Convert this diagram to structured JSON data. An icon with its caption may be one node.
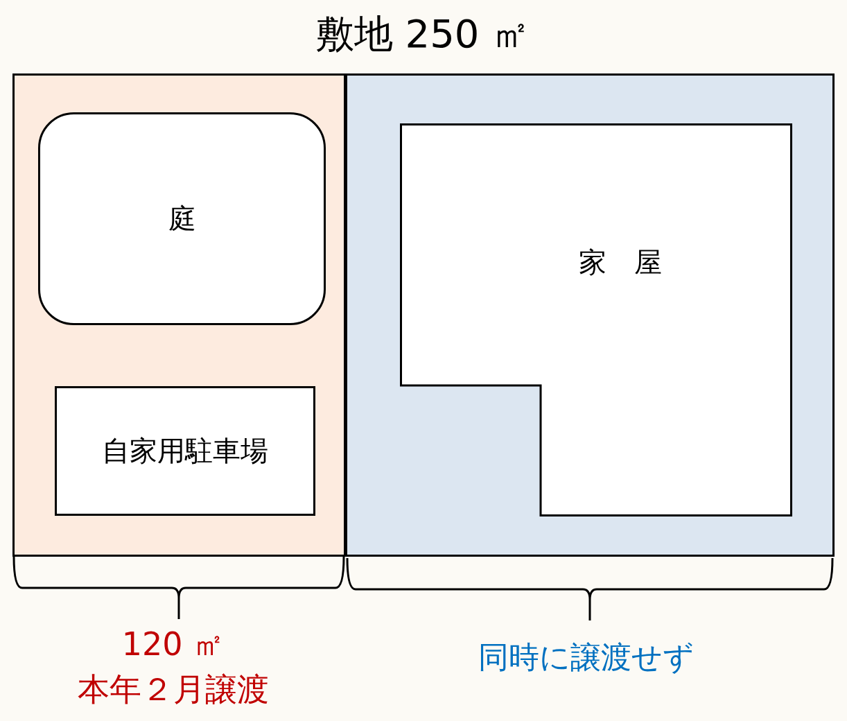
{
  "diagram": {
    "title": "敷地 250 ㎡",
    "nodes": [
      {
        "text": [],
        "shape": "box"
      },
      {
        "text": [
          "庭"
        ],
        "in": 0
      },
      {
        "text": [
          "自家用駐車場"
        ],
        "in": 0
      },
      {
        "text": [],
        "shape": "box"
      },
      {
        "text": [
          "家　屋"
        ],
        "in": 3
      }
    ],
    "edges": [],
    "labels": [
      "120 ㎡",
      "本年２月譲渡",
      "同時に譲渡せず"
    ]
  }
}
